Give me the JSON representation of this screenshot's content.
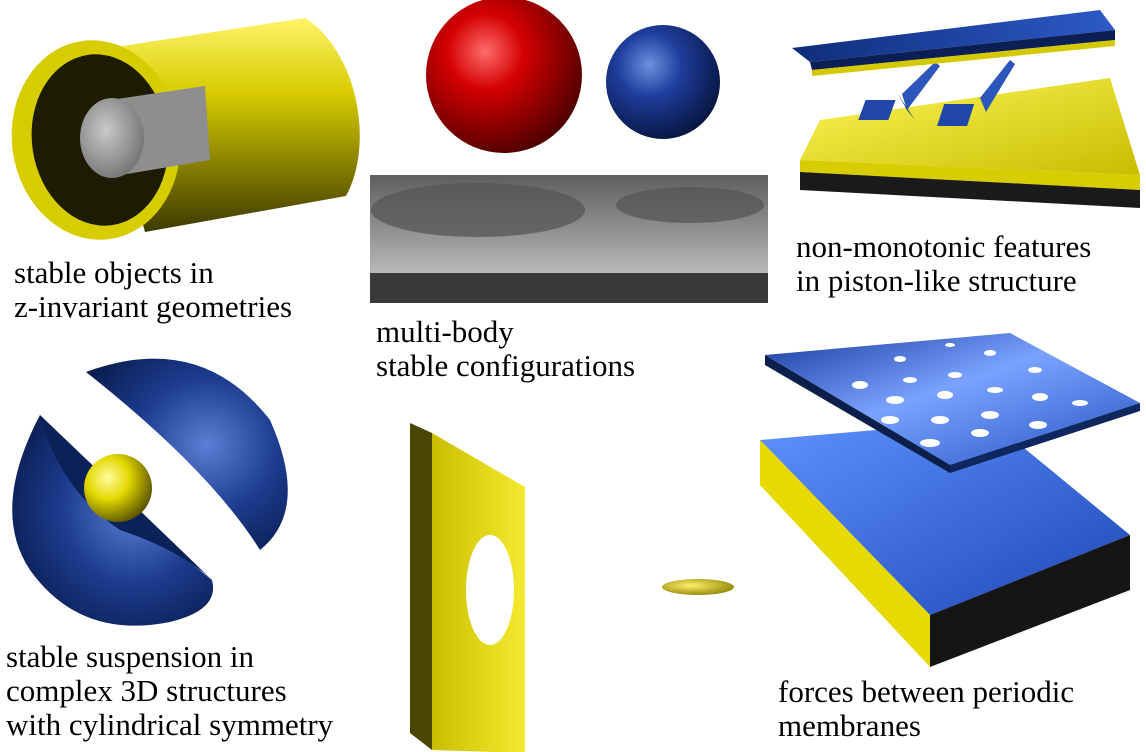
{
  "panels": {
    "z_invariant": {
      "caption": [
        "stable objects in",
        "z-invariant geometries"
      ]
    },
    "multi_body": {
      "caption": [
        "multi-body",
        "stable configurations"
      ]
    },
    "piston": {
      "caption": [
        "non-monotonic features",
        "in piston-like structure"
      ]
    },
    "suspension": {
      "caption": [
        "stable suspension in",
        "complex 3D structures",
        "with cylindrical symmetry"
      ]
    },
    "membranes": {
      "caption": [
        "forces between periodic",
        "membranes"
      ]
    }
  },
  "colors": {
    "yellow": "#e8de00",
    "dark_yellow": "#6e6700",
    "blue": "#2a56b8",
    "dark_blue": "#0e2560",
    "red": "#c40000",
    "gray": "#9a9a9a"
  }
}
